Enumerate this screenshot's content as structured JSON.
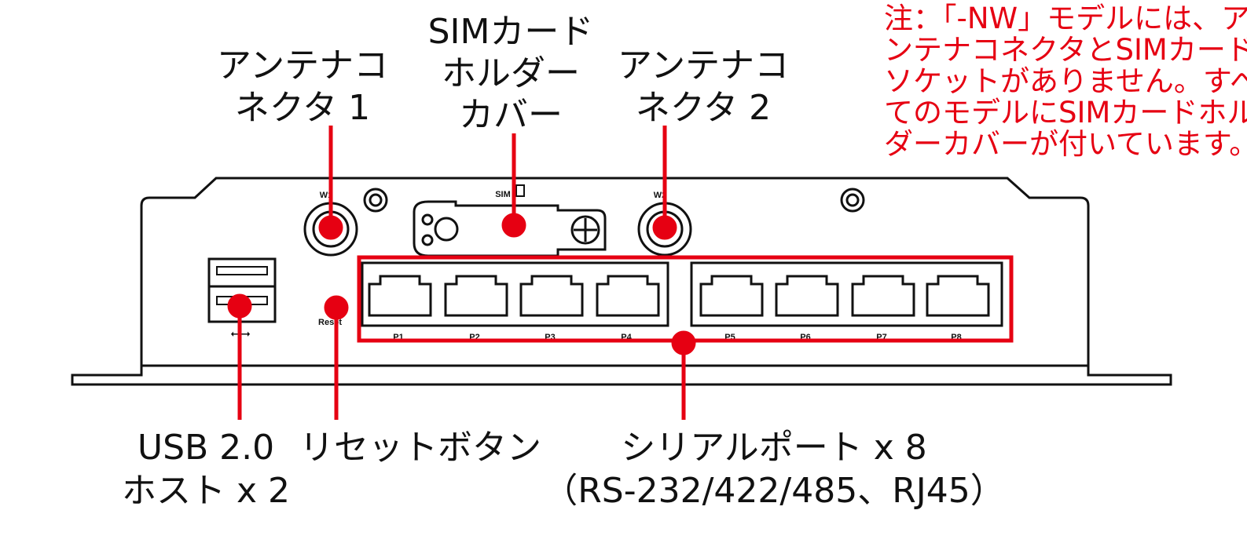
{
  "colors": {
    "callout": "#e60012",
    "outline": "#111111"
  },
  "labels": {
    "antenna1": [
      "アンテナコ",
      "ネクタ 1"
    ],
    "sim": [
      "SIMカード",
      "ホルダー",
      "カバー"
    ],
    "antenna2": [
      "アンテナコ",
      "ネクタ 2"
    ],
    "usb": [
      "USB 2.0",
      "ホスト x 2"
    ],
    "reset": "リセットボタン",
    "serial": [
      "シリアルポート x 8",
      "（RS-232/422/485、RJ45）"
    ]
  },
  "note": [
    "注：「-NW」モデルには、ア",
    "ンテナコネクタとSIMカード",
    "ソケットがありません。すべ",
    "てのモデルにSIMカードホル",
    "ダーカバーが付いています。"
  ],
  "device": {
    "w1": "W1",
    "w2": "W2",
    "sim": "SIM",
    "reset": "Reset",
    "ports": [
      "P1",
      "P2",
      "P3",
      "P4",
      "P5",
      "P6",
      "P7",
      "P8"
    ]
  }
}
